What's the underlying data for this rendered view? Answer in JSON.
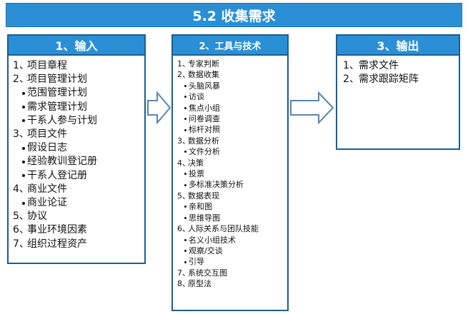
{
  "title": "5.2 收集需求",
  "inputs": {
    "header": "1、输入",
    "items": [
      {
        "num": "1、",
        "text": "项目章程",
        "sub": false
      },
      {
        "num": "2、",
        "text": "项目管理计划",
        "sub": false
      },
      {
        "num": "",
        "text": "范围管理计划",
        "sub": true
      },
      {
        "num": "",
        "text": "需求管理计划",
        "sub": true
      },
      {
        "num": "",
        "text": "干系人参与计划",
        "sub": true
      },
      {
        "num": "3、",
        "text": "项目文件",
        "sub": false
      },
      {
        "num": "",
        "text": "假设日志",
        "sub": true
      },
      {
        "num": "",
        "text": "经验教训登记册",
        "sub": true
      },
      {
        "num": "",
        "text": "干系人登记册",
        "sub": true
      },
      {
        "num": "4、",
        "text": "商业文件",
        "sub": false
      },
      {
        "num": "",
        "text": "商业论证",
        "sub": true
      },
      {
        "num": "5、",
        "text": "协议",
        "sub": false
      },
      {
        "num": "6、",
        "text": "事业环境因素",
        "sub": false
      },
      {
        "num": "7、",
        "text": "组织过程资产",
        "sub": false
      }
    ]
  },
  "tools": {
    "header": "2、工具与技术",
    "items": [
      {
        "num": "1、",
        "text": "专家判断",
        "sub": false
      },
      {
        "num": "2、",
        "text": "数据收集",
        "sub": false
      },
      {
        "num": "",
        "text": "头脑风暴",
        "sub": true
      },
      {
        "num": "",
        "text": "访谈",
        "sub": true
      },
      {
        "num": "",
        "text": "焦点小组",
        "sub": true
      },
      {
        "num": "",
        "text": "问卷调查",
        "sub": true
      },
      {
        "num": "",
        "text": "标杆对照",
        "sub": true
      },
      {
        "num": "3、",
        "text": "数据分析",
        "sub": false
      },
      {
        "num": "",
        "text": "文件分析",
        "sub": true
      },
      {
        "num": "4、",
        "text": "决策",
        "sub": false
      },
      {
        "num": "",
        "text": "投票",
        "sub": true
      },
      {
        "num": "",
        "text": "多标准决策分析",
        "sub": true
      },
      {
        "num": "5、",
        "text": "数据表现",
        "sub": false
      },
      {
        "num": "",
        "text": "亲和图",
        "sub": true
      },
      {
        "num": "",
        "text": "思维导图",
        "sub": true
      },
      {
        "num": "6、",
        "text": "人际关系与团队技能",
        "sub": false
      },
      {
        "num": "",
        "text": "名义小组技术",
        "sub": true
      },
      {
        "num": "",
        "text": "观察/交谈",
        "sub": true
      },
      {
        "num": "",
        "text": "引导",
        "sub": true
      },
      {
        "num": "7、",
        "text": "系统交互图",
        "sub": false
      },
      {
        "num": "8、",
        "text": "原型法",
        "sub": false
      }
    ]
  },
  "outputs": {
    "header": "3、输出",
    "items": [
      {
        "num": "1、",
        "text": "需求文件",
        "sub": false
      },
      {
        "num": "2、",
        "text": "需求跟踪矩阵",
        "sub": false
      }
    ]
  },
  "colors": {
    "header_fill": "#2b8fd6",
    "border": "#1a5e94",
    "arrow_stroke": "#5b84b1"
  }
}
